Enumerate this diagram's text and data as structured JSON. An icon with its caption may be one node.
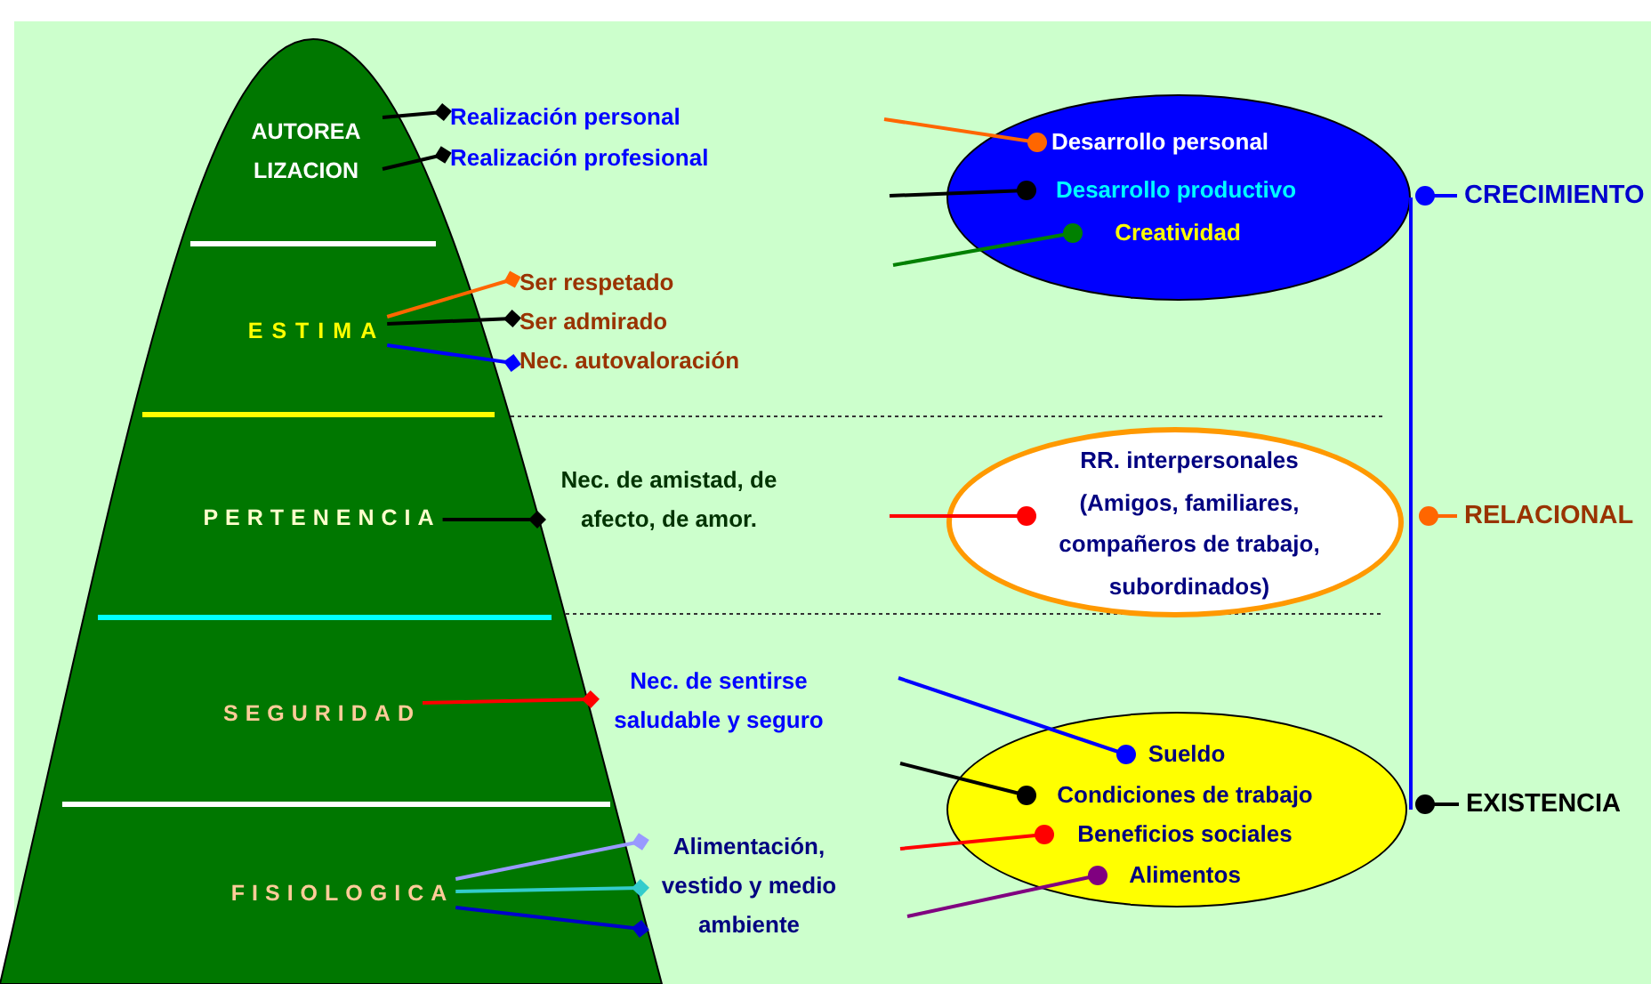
{
  "diagram": {
    "nodes": [
      {
        "text": [
          "AUTOREA LIZACION"
        ]
      },
      {
        "text": [
          "Realización personal"
        ]
      },
      {
        "text": [
          "Realización profesional"
        ]
      },
      {
        "text": [
          "ESTIMA"
        ]
      },
      {
        "text": [
          "Ser respetado"
        ]
      },
      {
        "text": [
          "Ser admirado"
        ]
      },
      {
        "text": [
          "Nec. autovaloración"
        ]
      },
      {
        "text": [
          "PERTENENCIA"
        ]
      },
      {
        "text": [
          "Nec. de amistad, de afecto, de amor."
        ]
      },
      {
        "text": [
          "SEGURIDAD"
        ]
      },
      {
        "text": [
          "Nec. de sentirse saludable y seguro"
        ]
      },
      {
        "text": [
          "FISIOLOGICA"
        ]
      },
      {
        "text": [
          "Alimentación, vestido y medio ambiente"
        ]
      },
      {
        "text": [],
        "shape": "ellipse"
      },
      {
        "text": [
          "Desarrollo personal"
        ],
        "in": 13
      },
      {
        "text": [
          "Desarrollo productivo"
        ],
        "in": 13
      },
      {
        "text": [
          "Creatividad"
        ],
        "in": 13
      },
      {
        "text": [],
        "shape": "ellipse"
      },
      {
        "text": [
          "RR. interpersonales (Amigos, familiares, compañeros de trabajo, subordinados)"
        ],
        "in": 17
      },
      {
        "text": [],
        "shape": "ellipse"
      },
      {
        "text": [
          "Sueldo"
        ],
        "in": 19
      },
      {
        "text": [
          "Condiciones de trabajo"
        ],
        "in": 19
      },
      {
        "text": [
          "Beneficios sociales"
        ],
        "in": 19
      },
      {
        "text": [
          "Alimentos"
        ],
        "in": 19
      },
      {
        "text": [
          "CRECIMIENTO"
        ]
      },
      {
        "text": [
          "RELACIONAL"
        ]
      },
      {
        "text": [
          "EXISTENCIA"
        ]
      }
    ],
    "edges": [
      {
        "from": 0,
        "to": 1,
        "arrow": "other"
      },
      {
        "from": 0,
        "to": 2,
        "arrow": "other"
      },
      {
        "from": 3,
        "to": 4,
        "arrow": "other",
        "color": "#ff6600"
      },
      {
        "from": 3,
        "to": 5,
        "arrow": "other"
      },
      {
        "from": 3,
        "to": 6,
        "arrow": "other",
        "color": "#0000ff"
      },
      {
        "from": 7,
        "to": 8,
        "arrow": "other"
      },
      {
        "from": 9,
        "to": 10,
        "arrow": "other",
        "color": "#ff0000"
      },
      {
        "from": 11,
        "to": 12,
        "arrow": "other",
        "color": "#9999ff"
      },
      {
        "from": 11,
        "to": 12,
        "arrow": "other",
        "color": "#33cccc"
      },
      {
        "from": 11,
        "to": 12,
        "arrow": "other",
        "color": "#0000cc"
      },
      {
        "from": null,
        "to": 14,
        "arrow": "other",
        "color": "#ff6600"
      },
      {
        "from": null,
        "to": 15,
        "arrow": "other"
      },
      {
        "from": null,
        "to": 16,
        "arrow": "other",
        "color": "#008000"
      },
      {
        "from": null,
        "to": 18,
        "arrow": "other",
        "color": "#ff0000"
      },
      {
        "from": null,
        "to": 20,
        "arrow": "other",
        "color": "#0000ff"
      },
      {
        "from": null,
        "to": 21,
        "arrow": "other"
      },
      {
        "from": null,
        "to": 22,
        "arrow": "other",
        "color": "#ff0000"
      },
      {
        "from": null,
        "to": 23,
        "arrow": "other",
        "color": "#800080"
      },
      {
        "from": 13,
        "to": 19,
        "arrow": "none",
        "color": "#0000ff"
      },
      {
        "from": null,
        "to": 24,
        "arrow": "other",
        "color": "#0000ff"
      },
      {
        "from": null,
        "to": 25,
        "arrow": "other",
        "color": "#ff6600"
      },
      {
        "from": null,
        "to": 26,
        "arrow": "other"
      }
    ]
  }
}
